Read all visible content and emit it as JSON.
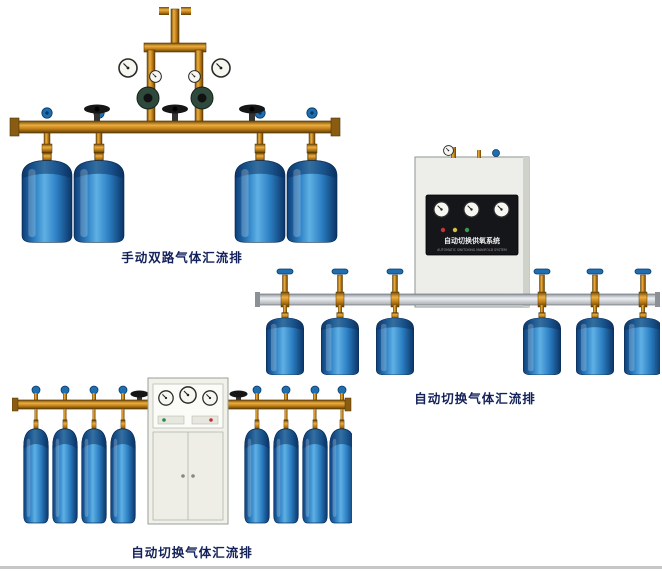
{
  "page": {
    "background": "#ffffff"
  },
  "captions": {
    "manual_dual": "手动双路气体汇流排",
    "auto_switch_right": "自动切换气体汇流排",
    "auto_switch_bottom": "自动切换气体汇流排"
  },
  "cabinet_panel": {
    "title": "自动切换供氧系统",
    "subtitle": "AUTOMATIC SWITCHING MANIFOLD SYSTEM"
  },
  "colors": {
    "caption_text": "#14225a",
    "cylinder_blue": "#2b7ec2",
    "brass": "#c07f18",
    "aluminum": "#c9cdd1",
    "cabinet_body": "#edeee9",
    "valve_blue": "#1f6fb0"
  }
}
